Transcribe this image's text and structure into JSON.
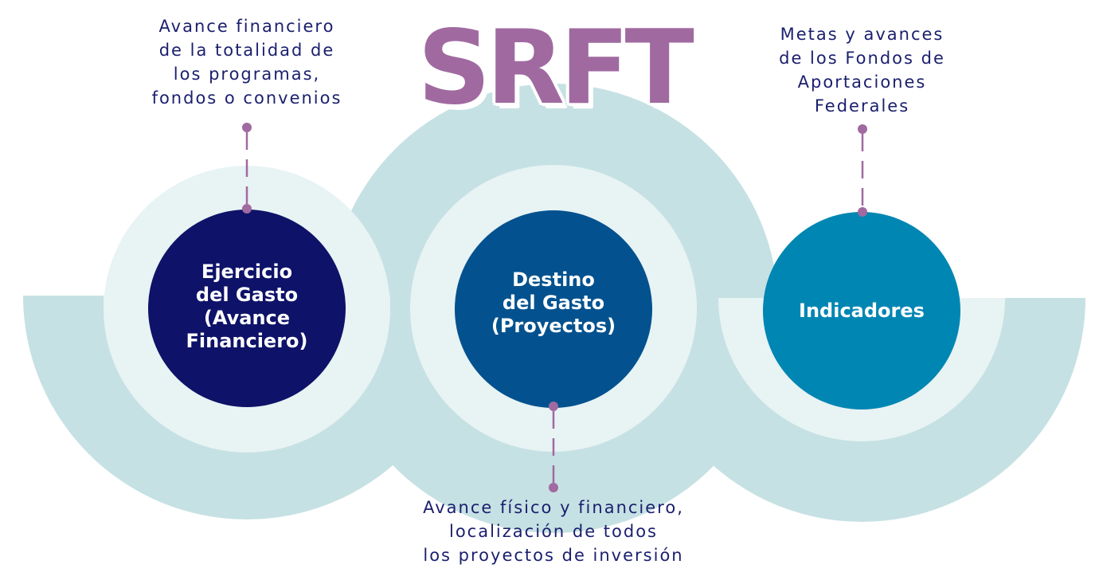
{
  "title": "SRFT",
  "colors": {
    "title": "#a06aa0",
    "outer_ring": "#c6e1e3",
    "inner_ring": "#e8f3f4",
    "connector": "#a06aa0",
    "text": "#1a1f6e"
  },
  "nodes": [
    {
      "id": "ejercicio",
      "label": "Ejercicio\ndel Gasto\n(Avance\nFinanciero)",
      "color": "#0e1268",
      "description": "Avance financiero\nde la totalidad de\nlos programas,\nfondos o convenios",
      "description_position": "top"
    },
    {
      "id": "destino",
      "label": "Destino\ndel Gasto\n(Proyectos)",
      "color": "#03528f",
      "description": "Avance físico y financiero,\nlocalización de todos\nlos proyectos de inversión",
      "description_position": "bottom"
    },
    {
      "id": "indicadores",
      "label": "Indicadores",
      "color": "#0086b3",
      "description": "Metas y avances\nde los Fondos de\nAportaciones\nFederales",
      "description_position": "top"
    }
  ]
}
